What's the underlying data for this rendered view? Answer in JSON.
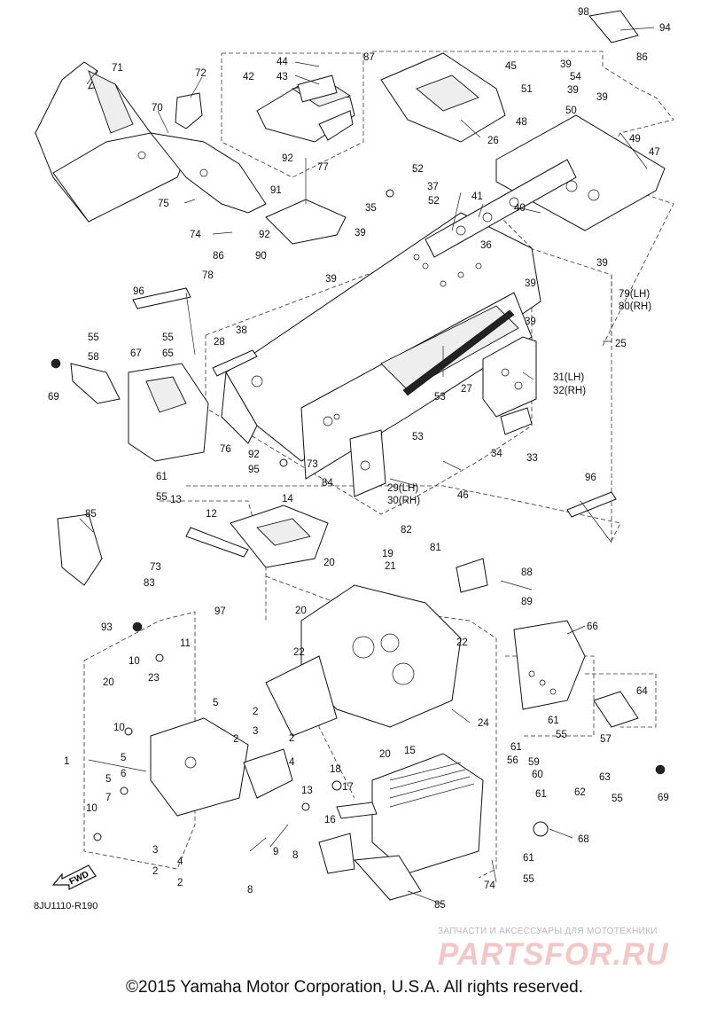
{
  "callouts": [
    {
      "id": "c98",
      "label": "98"
    },
    {
      "id": "c94",
      "label": "94"
    },
    {
      "id": "c86a",
      "label": "86"
    },
    {
      "id": "c87",
      "label": "87"
    },
    {
      "id": "c45",
      "label": "45"
    },
    {
      "id": "c39a",
      "label": "39"
    },
    {
      "id": "c54",
      "label": "54"
    },
    {
      "id": "c51",
      "label": "51"
    },
    {
      "id": "c39b",
      "label": "39"
    },
    {
      "id": "c39c",
      "label": "39"
    },
    {
      "id": "c44",
      "label": "44"
    },
    {
      "id": "c42",
      "label": "42"
    },
    {
      "id": "c43",
      "label": "43"
    },
    {
      "id": "c71",
      "label": "71"
    },
    {
      "id": "c72",
      "label": "72"
    },
    {
      "id": "c70",
      "label": "70"
    },
    {
      "id": "c26",
      "label": "26"
    },
    {
      "id": "c48",
      "label": "48"
    },
    {
      "id": "c50",
      "label": "50"
    },
    {
      "id": "c49",
      "label": "49"
    },
    {
      "id": "c47",
      "label": "47"
    },
    {
      "id": "c92a",
      "label": "92"
    },
    {
      "id": "c77",
      "label": "77"
    },
    {
      "id": "c52a",
      "label": "52"
    },
    {
      "id": "c37",
      "label": "37"
    },
    {
      "id": "c91",
      "label": "91"
    },
    {
      "id": "c52b",
      "label": "52"
    },
    {
      "id": "c41",
      "label": "41"
    },
    {
      "id": "c40",
      "label": "40"
    },
    {
      "id": "c75",
      "label": "75"
    },
    {
      "id": "c35",
      "label": "35"
    },
    {
      "id": "c74a",
      "label": "74"
    },
    {
      "id": "c92b",
      "label": "92"
    },
    {
      "id": "c39d",
      "label": "39"
    },
    {
      "id": "c36",
      "label": "36"
    },
    {
      "id": "c39e",
      "label": "39"
    },
    {
      "id": "c86b",
      "label": "86"
    },
    {
      "id": "c90",
      "label": "90"
    },
    {
      "id": "c39f",
      "label": "39"
    },
    {
      "id": "c39g",
      "label": "39"
    },
    {
      "id": "c78",
      "label": "78"
    },
    {
      "id": "c96a",
      "label": "96"
    },
    {
      "id": "c79",
      "label": "79(LH)"
    },
    {
      "id": "c80",
      "label": "80(RH)"
    },
    {
      "id": "c39h",
      "label": "39"
    },
    {
      "id": "c55a",
      "label": "55"
    },
    {
      "id": "c55b",
      "label": "55"
    },
    {
      "id": "c65",
      "label": "65"
    },
    {
      "id": "c38",
      "label": "38"
    },
    {
      "id": "c28",
      "label": "28"
    },
    {
      "id": "c25",
      "label": "25"
    },
    {
      "id": "c58",
      "label": "58"
    },
    {
      "id": "c67",
      "label": "67"
    },
    {
      "id": "c69a",
      "label": "69"
    },
    {
      "id": "c27",
      "label": "27"
    },
    {
      "id": "c31",
      "label": "31(LH)"
    },
    {
      "id": "c32",
      "label": "32(RH)"
    },
    {
      "id": "c53a",
      "label": "53"
    },
    {
      "id": "c76",
      "label": "76"
    },
    {
      "id": "c92c",
      "label": "92"
    },
    {
      "id": "c95",
      "label": "95"
    },
    {
      "id": "c73a",
      "label": "73"
    },
    {
      "id": "c84",
      "label": "84"
    },
    {
      "id": "c53b",
      "label": "53"
    },
    {
      "id": "c34",
      "label": "34"
    },
    {
      "id": "c33",
      "label": "33"
    },
    {
      "id": "c61a",
      "label": "61"
    },
    {
      "id": "c55c",
      "label": "55"
    },
    {
      "id": "c29",
      "label": "29(LH)"
    },
    {
      "id": "c30",
      "label": "30(RH)"
    },
    {
      "id": "c46",
      "label": "46"
    },
    {
      "id": "c96b",
      "label": "96"
    },
    {
      "id": "c13a",
      "label": "13"
    },
    {
      "id": "c14",
      "label": "14"
    },
    {
      "id": "c85a",
      "label": "85"
    },
    {
      "id": "c12",
      "label": "12"
    },
    {
      "id": "c82",
      "label": "82"
    },
    {
      "id": "c81",
      "label": "81"
    },
    {
      "id": "c19",
      "label": "19"
    },
    {
      "id": "c88",
      "label": "88"
    },
    {
      "id": "c20a",
      "label": "20"
    },
    {
      "id": "c21",
      "label": "21"
    },
    {
      "id": "c73b",
      "label": "73"
    },
    {
      "id": "c83",
      "label": "83"
    },
    {
      "id": "c89",
      "label": "89"
    },
    {
      "id": "c97",
      "label": "97"
    },
    {
      "id": "c20b",
      "label": "20"
    },
    {
      "id": "c93",
      "label": "93"
    },
    {
      "id": "c66",
      "label": "66"
    },
    {
      "id": "c11",
      "label": "11"
    },
    {
      "id": "c22a",
      "label": "22"
    },
    {
      "id": "c22b",
      "label": "22"
    },
    {
      "id": "c10a",
      "label": "10"
    },
    {
      "id": "c20c",
      "label": "20"
    },
    {
      "id": "c23",
      "label": "23"
    },
    {
      "id": "c64",
      "label": "64"
    },
    {
      "id": "c5a",
      "label": "5"
    },
    {
      "id": "c2a",
      "label": "2"
    },
    {
      "id": "c3a",
      "label": "3"
    },
    {
      "id": "c24",
      "label": "24"
    },
    {
      "id": "c61b",
      "label": "61"
    },
    {
      "id": "c55d",
      "label": "55"
    },
    {
      "id": "c10b",
      "label": "10"
    },
    {
      "id": "c57",
      "label": "57"
    },
    {
      "id": "c2b",
      "label": "2"
    },
    {
      "id": "c2c",
      "label": "2"
    },
    {
      "id": "c4a",
      "label": "4"
    },
    {
      "id": "c61c",
      "label": "61"
    },
    {
      "id": "c1",
      "label": "1"
    },
    {
      "id": "c5b",
      "label": "5"
    },
    {
      "id": "c6",
      "label": "6"
    },
    {
      "id": "c20d",
      "label": "20"
    },
    {
      "id": "c15",
      "label": "15"
    },
    {
      "id": "c56",
      "label": "56"
    },
    {
      "id": "c59",
      "label": "59"
    },
    {
      "id": "c60",
      "label": "60"
    },
    {
      "id": "c63",
      "label": "63"
    },
    {
      "id": "c5c",
      "label": "5"
    },
    {
      "id": "c7",
      "label": "7"
    },
    {
      "id": "c18",
      "label": "18"
    },
    {
      "id": "c13b",
      "label": "13"
    },
    {
      "id": "c17",
      "label": "17"
    },
    {
      "id": "c61d",
      "label": "61"
    },
    {
      "id": "c62",
      "label": "62"
    },
    {
      "id": "c55e",
      "label": "55"
    },
    {
      "id": "c69b",
      "label": "69"
    },
    {
      "id": "c10c",
      "label": "10"
    },
    {
      "id": "c16",
      "label": "16"
    },
    {
      "id": "c68",
      "label": "68"
    },
    {
      "id": "c3b",
      "label": "3"
    },
    {
      "id": "c2d",
      "label": "2"
    },
    {
      "id": "c4b",
      "label": "4"
    },
    {
      "id": "c2e",
      "label": "2"
    },
    {
      "id": "c9",
      "label": "9"
    },
    {
      "id": "c8a",
      "label": "8"
    },
    {
      "id": "c8b",
      "label": "8"
    },
    {
      "id": "c61e",
      "label": "61"
    },
    {
      "id": "c55f",
      "label": "55"
    },
    {
      "id": "c74b",
      "label": "74"
    },
    {
      "id": "c85b",
      "label": "85"
    }
  ],
  "forward_badge": "FWD",
  "reference_code": "8JU1110-R190",
  "watermark": {
    "subtitle": "ЗАПЧАСТИ И АКСЕССУАРЫ ДЛЯ МОТОТЕХНИКИ",
    "logo_text": "PARTSFOR.RU",
    "logo_color": "#f4c7c7"
  },
  "copyright": "©2015 Yamaha Motor Corporation, U.S.A. All rights reserved."
}
